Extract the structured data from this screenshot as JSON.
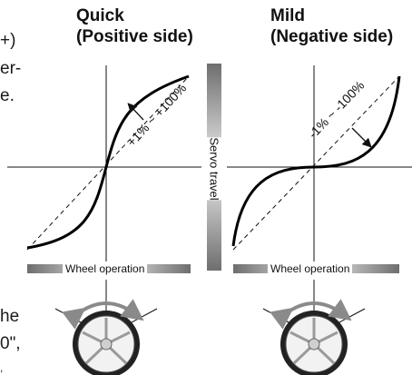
{
  "left_text_fragments": [
    "+)",
    "er-",
    "e.",
    "he",
    "0\",",
    ","
  ],
  "panels": {
    "quick": {
      "title_line1": "Quick",
      "title_line2": "(Positive side)",
      "range_label": "+1% ~ +100%"
    },
    "mild": {
      "title_line1": "Mild",
      "title_line2": "(Negative side)",
      "range_label": "-1% ~ -100%"
    }
  },
  "axis_labels": {
    "servo_travel": "Servo travel",
    "wheel_operation_left": "Wheel operation",
    "wheel_operation_right": "Wheel operation"
  },
  "colors": {
    "gradient_dark": "#6e6e6e",
    "gradient_light": "#f0f0f0",
    "wheel_arrow": "#8a8a8a"
  }
}
